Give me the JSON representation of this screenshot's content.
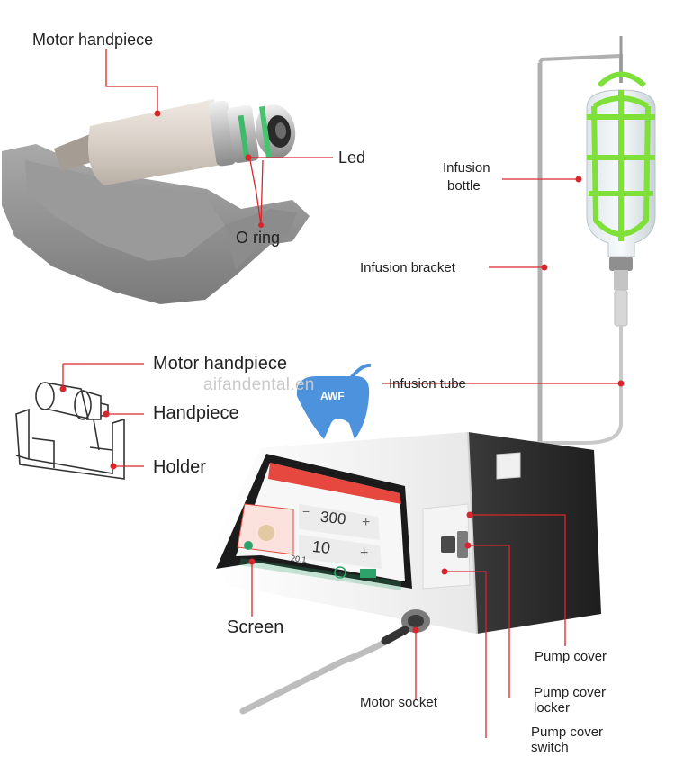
{
  "labels": {
    "motor_handpiece_top": "Motor handpiece",
    "led": "Led",
    "o_ring": "O ring",
    "infusion_bottle_line1": "Infusion",
    "infusion_bottle_line2": "bottle",
    "infusion_bracket": "Infusion bracket",
    "infusion_tube": "Infusion tube",
    "motor_handpiece_left": "Motor handpiece",
    "handpiece": "Handpiece",
    "holder": "Holder",
    "screen": "Screen",
    "motor_socket": "Motor socket",
    "pump_cover": "Pump cover",
    "pump_cover_locker_line1": "Pump cover",
    "pump_cover_locker_line2": "locker",
    "pump_cover_switch_line1": "Pump cover",
    "pump_cover_switch_line2": "switch"
  },
  "watermark": {
    "text": "aifandental.en",
    "logo_text": "AWF"
  },
  "device_screen": {
    "speed_value": "300",
    "torque_value": "10",
    "ratio_value": "20:1"
  },
  "colors": {
    "leader_line": "#d9262c",
    "marker_dot": "#d9262c",
    "bottle_cage": "#7fe03a",
    "logo_blue": "#2f7fd8",
    "screen_accent": "#e6473f"
  },
  "icons": [
    "plus-icon",
    "minus-icon",
    "tooth-icon",
    "home-icon",
    "signal-icon"
  ]
}
